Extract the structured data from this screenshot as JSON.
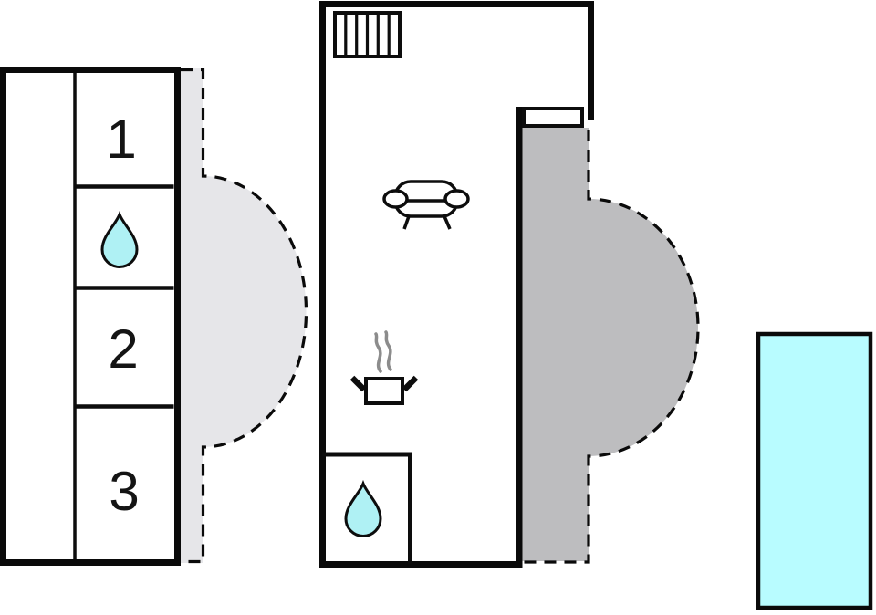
{
  "colors": {
    "background": "#ffffff",
    "wall": "#0a0a0a",
    "patio_fill": "#e6e6e9",
    "terrace_fill": "#bdbdbf",
    "pool_fill": "#b8fcff",
    "drop_fill": "#aff1f4",
    "steam": "#8c8c8c"
  },
  "left_unit": {
    "name": "bedroom-wing",
    "rooms": [
      {
        "id": "hallway",
        "label": ""
      },
      {
        "id": "room-1",
        "label": "1"
      },
      {
        "id": "bathroom",
        "label": "",
        "icon": "water-drop"
      },
      {
        "id": "room-2",
        "label": "2"
      },
      {
        "id": "room-3",
        "label": "3"
      }
    ],
    "patio": {
      "name": "patio",
      "outline": "dashed"
    }
  },
  "main_unit": {
    "name": "living-wing",
    "features": [
      {
        "id": "stairs",
        "icon": "stairs"
      },
      {
        "id": "living-area",
        "icon": "sofa"
      },
      {
        "id": "kitchen",
        "icon": "cooking-pot"
      },
      {
        "id": "bathroom",
        "icon": "water-drop"
      },
      {
        "id": "entrance",
        "icon": "door-sill"
      }
    ],
    "terrace": {
      "name": "terrace",
      "outline": "dashed"
    }
  },
  "pool": {
    "name": "swimming-pool"
  }
}
